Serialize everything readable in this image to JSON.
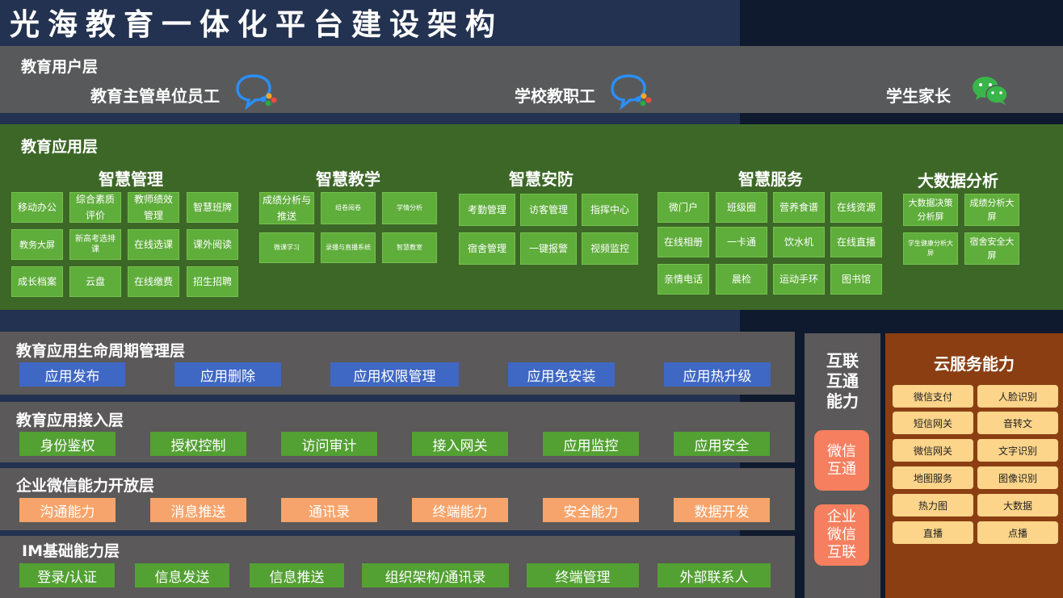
{
  "title": "光海教育一体化平台建设架构",
  "user_layer": {
    "title": "教育用户层",
    "users": [
      {
        "name": "教育主管单位员工",
        "icon": "dingtalk-icon"
      },
      {
        "name": "学校教职工",
        "icon": "dingtalk-icon"
      },
      {
        "name": "学生家长",
        "icon": "wechat-icon"
      }
    ]
  },
  "app_layer": {
    "title": "教育应用层",
    "groups": [
      {
        "title": "智慧管理",
        "items": [
          "移动办公",
          "综合素质评价",
          "教师绩效管理",
          "智慧班牌",
          "教务大屏",
          "新高考选排课",
          "在线选课",
          "课外阅读",
          "成长档案",
          "云盘",
          "在线缴费",
          "招生招聘"
        ]
      },
      {
        "title": "智慧教学",
        "items": [
          "成绩分析与推送",
          "组卷阅卷",
          "学情分析",
          "微课学习",
          "录播与直播系统",
          "智慧教室"
        ]
      },
      {
        "title": "智慧安防",
        "items": [
          "考勤管理",
          "访客管理",
          "指挥中心",
          "宿舍管理",
          "一键报警",
          "视频监控"
        ]
      },
      {
        "title": "智慧服务",
        "items": [
          "微门户",
          "班级圈",
          "营养食谱",
          "在线资源",
          "在线相册",
          "一卡通",
          "饮水机",
          "在线直播",
          "亲情电话",
          "晨检",
          "运动手环",
          "图书馆"
        ]
      },
      {
        "title": "大数据分析",
        "items": [
          "大数据决策分析屏",
          "成绩分析大屏",
          "学生健康分析大屏",
          "宿舍安全大屏"
        ]
      }
    ]
  },
  "lifecycle_layer": {
    "title": "教育应用生命周期管理层",
    "items": [
      "应用发布",
      "应用删除",
      "应用权限管理",
      "应用免安装",
      "应用热升级"
    ]
  },
  "access_layer": {
    "title": "教育应用接入层",
    "items": [
      "身份鉴权",
      "授权控制",
      "访问审计",
      "接入网关",
      "应用监控",
      "应用安全"
    ]
  },
  "wechat_layer": {
    "title": "企业微信能力开放层",
    "items": [
      "沟通能力",
      "消息推送",
      "通讯录",
      "终端能力",
      "安全能力",
      "数据开发"
    ]
  },
  "im_layer": {
    "title": "IM基础能力层",
    "items": [
      "登录/认证",
      "信息发送",
      "信息推送",
      "组织架构/通讯录",
      "终端管理",
      "外部联系人"
    ]
  },
  "interconnect": {
    "title_lines": [
      "互联",
      "互通",
      "能力"
    ],
    "pills": [
      [
        "微信",
        "互通"
      ],
      [
        "企业",
        "微信",
        "互联"
      ]
    ]
  },
  "cloud": {
    "title": "云服务能力",
    "items": [
      "微信支付",
      "人脸识别",
      "短信网关",
      "音转文",
      "微信网关",
      "文字识别",
      "地图服务",
      "图像识别",
      "热力图",
      "大数据",
      "直播",
      "点播"
    ]
  }
}
